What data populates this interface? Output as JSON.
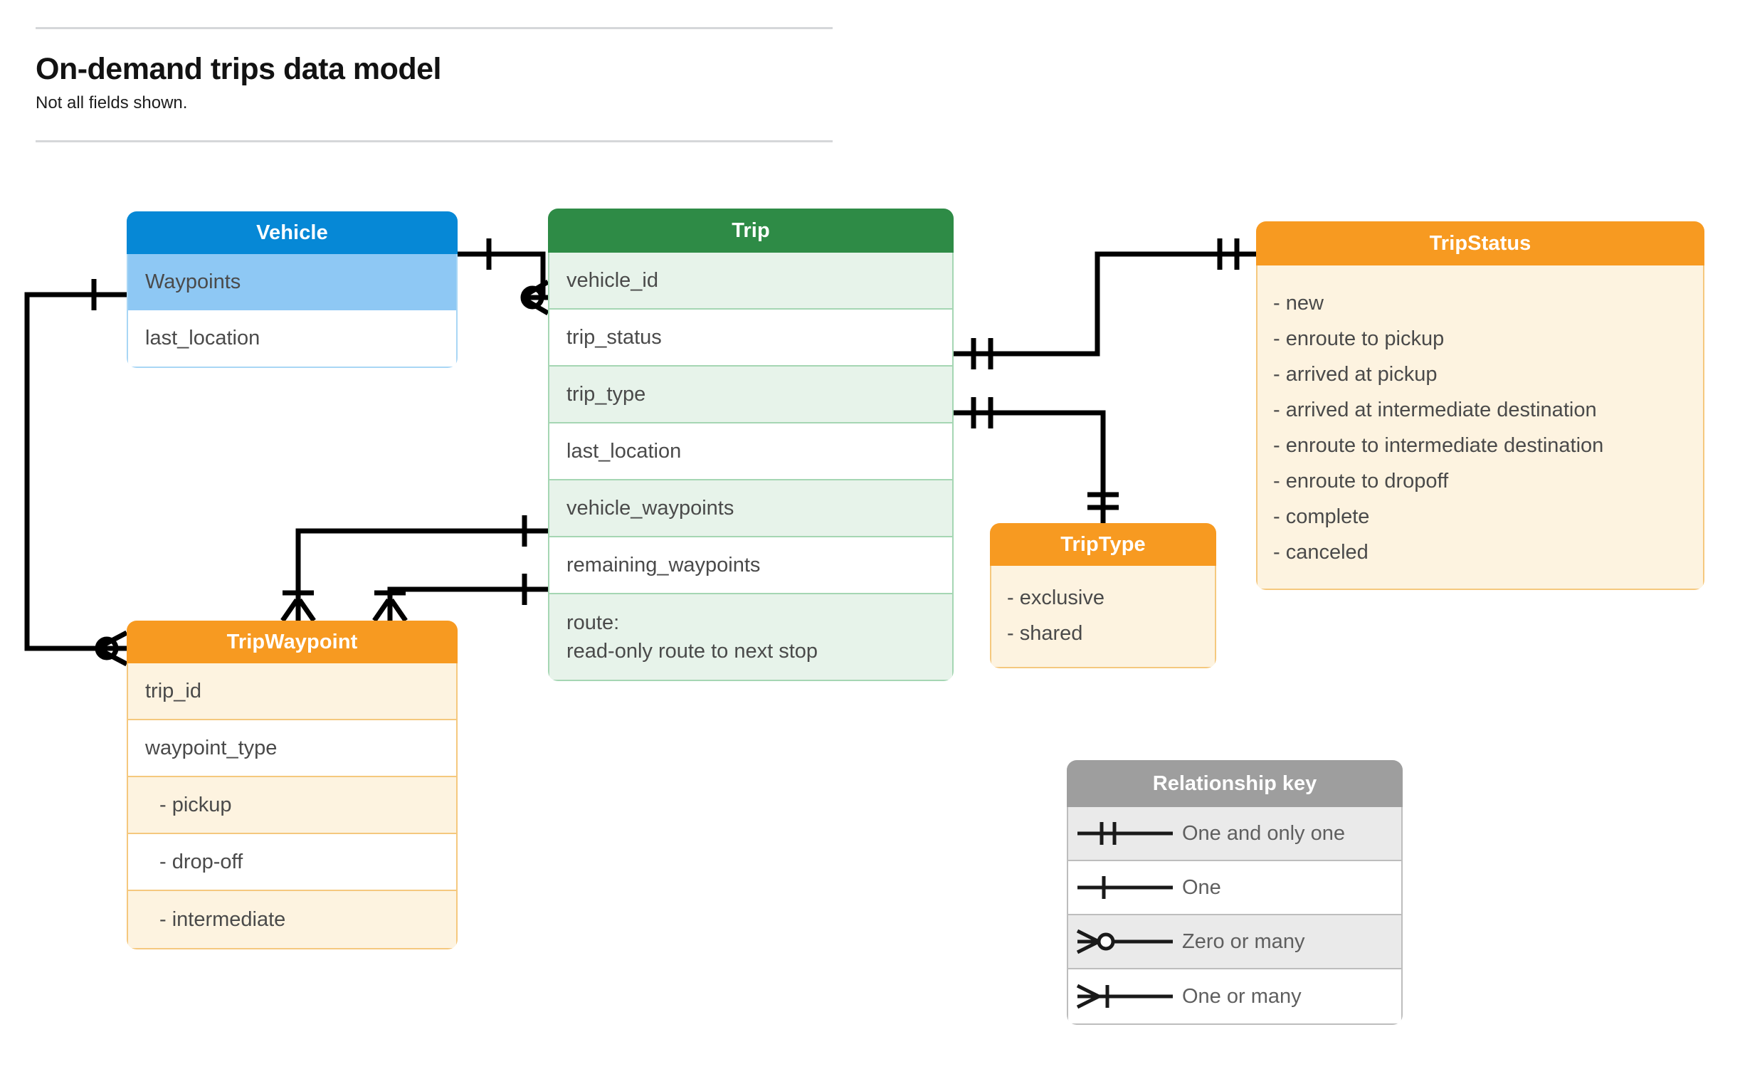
{
  "header": {
    "title": "On-demand trips data model",
    "subtitle": "Not all fields shown."
  },
  "entities": {
    "vehicle": {
      "name": "Vehicle",
      "color": "#0688d6",
      "rows": [
        {
          "label": "Waypoints"
        },
        {
          "label": "last_location"
        }
      ]
    },
    "trip": {
      "name": "Trip",
      "color": "#2e8b46",
      "rows": [
        {
          "label": "vehicle_id"
        },
        {
          "label": "trip_status"
        },
        {
          "label": "trip_type"
        },
        {
          "label": "last_location"
        },
        {
          "label": "vehicle_waypoints"
        },
        {
          "label": "remaining_waypoints"
        }
      ],
      "note_line1": "route:",
      "note_line2": "read-only route to next stop"
    },
    "trip_status": {
      "name": "TripStatus",
      "color": "#f79a21",
      "values": [
        "- new",
        "- enroute to pickup",
        "- arrived at pickup",
        "- arrived at intermediate destination",
        "- enroute to intermediate destination",
        "- enroute to dropoff",
        "- complete",
        "- canceled"
      ]
    },
    "trip_type": {
      "name": "TripType",
      "color": "#f79a21",
      "values": [
        "- exclusive",
        "- shared"
      ]
    },
    "trip_waypoint": {
      "name": "TripWaypoint",
      "color": "#f79a21",
      "rows": [
        {
          "label": "trip_id"
        },
        {
          "label": "waypoint_type"
        },
        {
          "label": "-  pickup"
        },
        {
          "label": "-  drop-off"
        },
        {
          "label": "-  intermediate"
        }
      ]
    }
  },
  "legend": {
    "title": "Relationship key",
    "items": [
      {
        "symbol": "one-and-only-one",
        "label": "One and only one"
      },
      {
        "symbol": "one",
        "label": "One"
      },
      {
        "symbol": "zero-or-many",
        "label": "Zero or many"
      },
      {
        "symbol": "one-or-many",
        "label": "One or many"
      }
    ]
  },
  "relationships": [
    {
      "from": "Vehicle",
      "from_cardinality": "one",
      "to": "Trip.vehicle_id",
      "to_cardinality": "zero-or-many"
    },
    {
      "from": "Vehicle.Waypoints",
      "from_cardinality": "one",
      "to": "TripWaypoint",
      "to_cardinality": "zero-or-many"
    },
    {
      "from": "Trip.trip_status",
      "from_cardinality": "one-and-only-one",
      "to": "TripStatus",
      "to_cardinality": "one-and-only-one"
    },
    {
      "from": "Trip.trip_type",
      "from_cardinality": "one-and-only-one",
      "to": "TripType",
      "to_cardinality": "one-and-only-one"
    },
    {
      "from": "Trip.vehicle_waypoints",
      "from_cardinality": "one",
      "to": "TripWaypoint",
      "to_cardinality": "one-or-many"
    },
    {
      "from": "Trip.remaining_waypoints",
      "from_cardinality": "one",
      "to": "TripWaypoint",
      "to_cardinality": "one-or-many"
    }
  ]
}
